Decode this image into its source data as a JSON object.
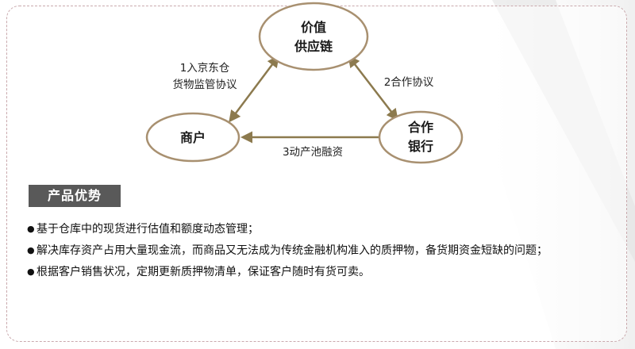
{
  "diagram": {
    "nodes": {
      "value_chain": [
        "价值",
        "供应链"
      ],
      "merchant": [
        "商户"
      ],
      "bank": [
        "合作",
        "银行"
      ]
    },
    "edges": {
      "merchant_value": [
        "1入京东仓",
        "货物监管协议"
      ],
      "value_bank": "2合作协议",
      "bank_merchant": "3动产池融资"
    }
  },
  "section": {
    "title": "产品优势"
  },
  "bullets": [
    {
      "text": "基于仓库中的现货进行估值和额度动态管理；"
    },
    {
      "text": "解决库存资产占用大量现金流，而商品又无法成为传统金融机构准入的质押物，备货期资金短缺的问题；"
    },
    {
      "text": "根据客户销售状况，定期更新质押物清单，保证客户随时有货可卖。"
    }
  ],
  "colors": {
    "ellipse_stroke": "#a89070",
    "arrow": "#8c7a4e",
    "header_bg": "#595959"
  }
}
